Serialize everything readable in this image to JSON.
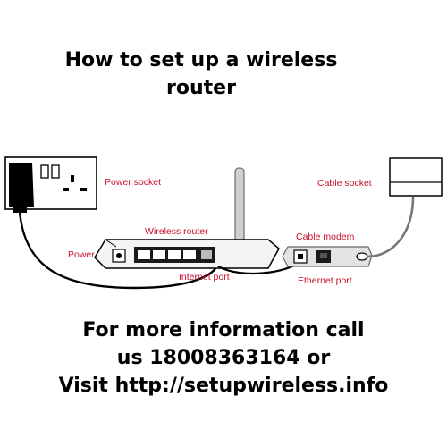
{
  "title": {
    "line1": "How to set up a wireless",
    "line2": "router"
  },
  "diagram": {
    "labels": {
      "power_socket": "Power socket",
      "cable_socket": "Cable socket",
      "wireless_router": "Wireless router",
      "cable_modem": "Cable modem",
      "power": "Power",
      "internet_port": "Internet port",
      "ethernet_port": "Ethernet port"
    },
    "label_color": "#c8102e",
    "router_lan_ports": 4
  },
  "footer": {
    "line1": "For more information call",
    "line2": "us 18008363164 or",
    "line3": "Visit http://setupwireless.info"
  }
}
